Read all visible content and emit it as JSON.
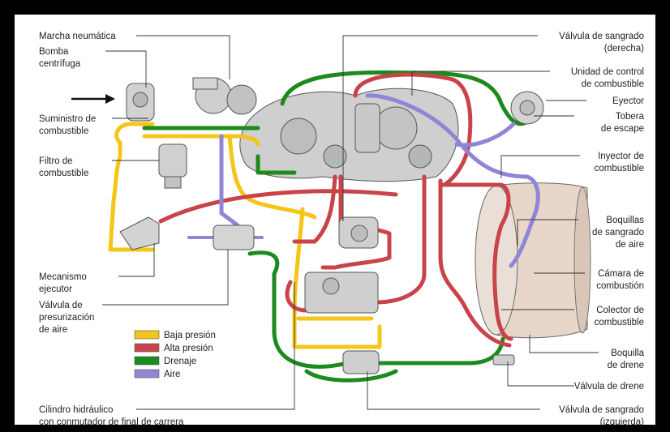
{
  "labels": {
    "marcha": "Marcha neumática",
    "bomba": [
      "Bomba",
      "centrífuga"
    ],
    "suministro": [
      "Suministro de",
      "combustible"
    ],
    "filtro": [
      "Filtro de",
      "combustible"
    ],
    "mecanismo": [
      "Mecanismo",
      "ejecutor"
    ],
    "valvula_pres": [
      "Válvula de",
      "presurización",
      "de aire"
    ],
    "cilindro": [
      "Cilindro hidráulico",
      "con conmutador de final de carrera"
    ],
    "sangrado_der": [
      "Válvula de sangrado",
      "(derecha)"
    ],
    "unidad": [
      "Unidad de control",
      "de combustible"
    ],
    "eyector": "Eyector",
    "tobera": [
      "Tobera",
      "de escape"
    ],
    "inyector": [
      "Inyector de",
      "combustible"
    ],
    "boquillas": [
      "Boquillas",
      "de sangrado",
      "de aire"
    ],
    "camara": [
      "Cámara de",
      "combustión"
    ],
    "colector": [
      "Colector de",
      "combustible"
    ],
    "boquilla_drene": [
      "Boquilla",
      "de drene"
    ],
    "valvula_drene": "Válvula de drene",
    "sangrado_izq": [
      "Válvula de sangrado",
      "(izquierda)"
    ]
  },
  "legend": [
    {
      "label": "Baja presión",
      "color": "#f5c518"
    },
    {
      "label": "Alta presión",
      "color": "#c8444a"
    },
    {
      "label": "Drenaje",
      "color": "#1c8a1c"
    },
    {
      "label": "Aire",
      "color": "#8f86d6"
    }
  ]
}
